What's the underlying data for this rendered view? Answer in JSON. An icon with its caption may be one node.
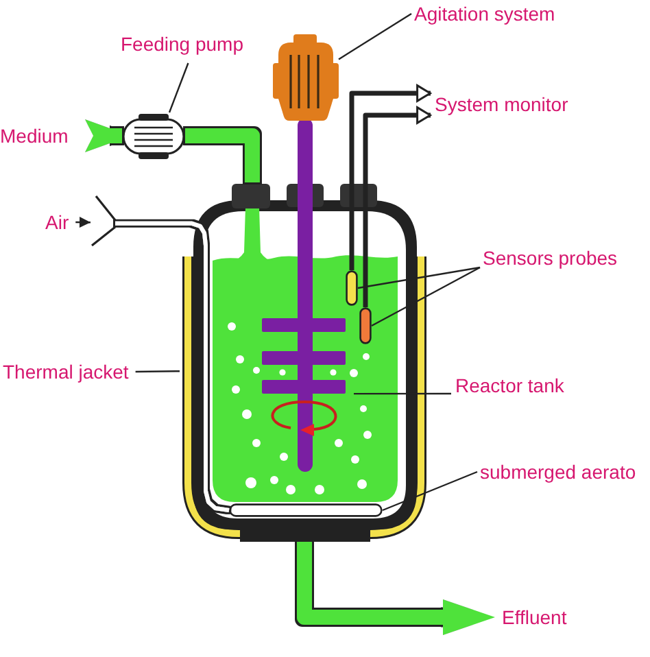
{
  "diagram": {
    "nodes": [
      {
        "text": [
          "Feeding pump"
        ]
      },
      {
        "text": [
          "Agitation system"
        ]
      },
      {
        "text": [],
        "shape": "picture"
      },
      {
        "text": [
          "System monitor"
        ]
      },
      {
        "text": [
          "Medium"
        ]
      },
      {
        "text": [],
        "shape": "picture"
      },
      {
        "text": [
          "Air"
        ]
      },
      {
        "text": [],
        "shape": "picture"
      },
      {
        "text": [],
        "shape": "band"
      },
      {
        "text": [],
        "shape": "picture",
        "in": 8
      },
      {
        "text": [],
        "shape": "bar",
        "in": 9
      },
      {
        "text": [],
        "shape": "bar",
        "in": 9
      },
      {
        "text": [],
        "shape": "bar",
        "in": 9
      },
      {
        "text": [
          "Sensors probes"
        ]
      },
      {
        "text": [
          "Thermal jacket"
        ]
      },
      {
        "text": [
          "Reactor tank"
        ]
      },
      {
        "text": [
          "submerged aerato"
        ]
      },
      {
        "text": [
          "Effluent"
        ]
      }
    ],
    "edges": [
      {
        "from": 0,
        "to": 5,
        "arrow": "none"
      },
      {
        "from": 1,
        "to": 2,
        "arrow": "none"
      },
      {
        "from": 4,
        "to": 5,
        "arrow": "to",
        "style": "thick",
        "color": "#4fe23b"
      },
      {
        "from": 5,
        "to": 9,
        "arrow": "none",
        "style": "thick",
        "color": "#4fe23b"
      },
      {
        "from": 6,
        "to": 7,
        "arrow": "to"
      },
      {
        "from": 7,
        "to": 12,
        "arrow": "none",
        "style": "thick",
        "color": "#ffffff"
      },
      {
        "from": 10,
        "to": 3,
        "arrow": "to",
        "style": "thick"
      },
      {
        "from": 11,
        "to": 3,
        "arrow": "to",
        "style": "thick"
      },
      {
        "from": 13,
        "to": 10,
        "arrow": "none"
      },
      {
        "from": 13,
        "to": 11,
        "arrow": "none"
      },
      {
        "from": 14,
        "to": 8,
        "arrow": "none"
      },
      {
        "from": 15,
        "to": 9,
        "arrow": "none"
      },
      {
        "from": 16,
        "to": 12,
        "arrow": "none"
      },
      {
        "from": 9,
        "to": 17,
        "arrow": "to",
        "style": "thick",
        "color": "#4fe23b"
      }
    ]
  }
}
